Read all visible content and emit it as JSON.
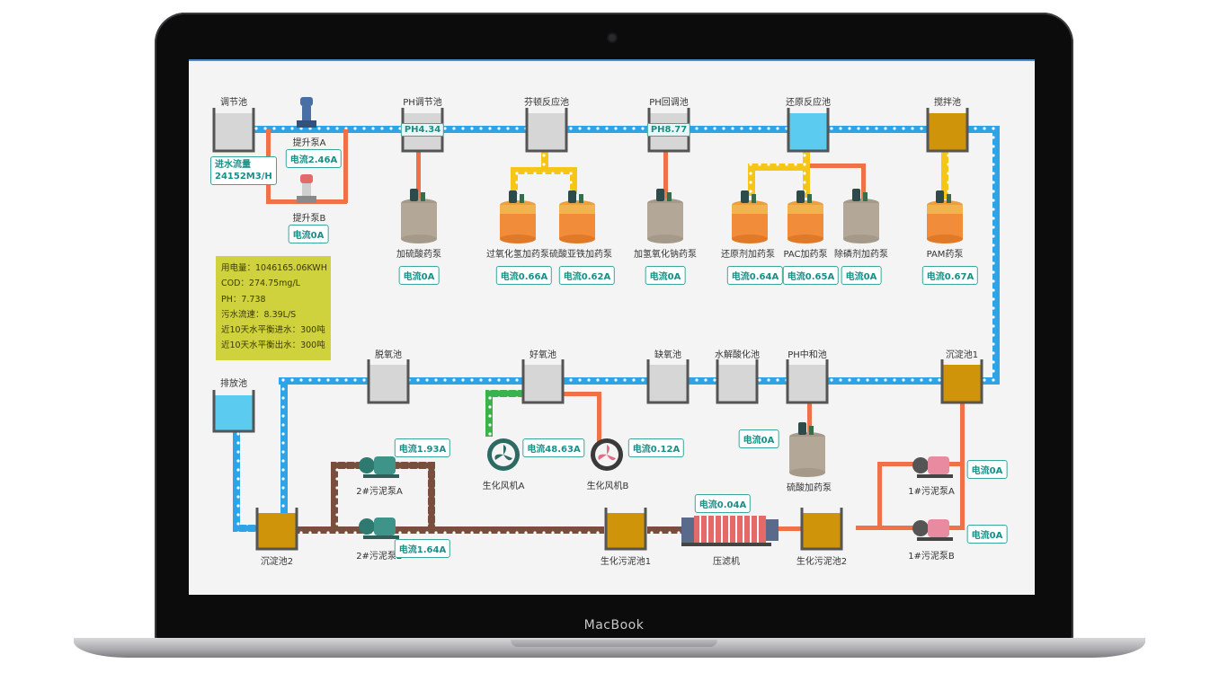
{
  "device": {
    "brand_label": "MacBook"
  },
  "tanks": {
    "adjust": "调节池",
    "ph_adjust": "PH调节池",
    "fenton": "芬顿反应池",
    "ph_back": "PH回调池",
    "reduction": "还原反应池",
    "stir": "搅拌池",
    "denitrify": "脱氧池",
    "aerobic": "好氧池",
    "anoxic": "缺氧池",
    "hydrolysis": "水解酸化池",
    "ph_neutral": "PH中和池",
    "settle1": "沉淀池1",
    "discharge": "排放池",
    "settle2": "沉淀池2",
    "bio_sludge1": "生化污泥池1",
    "bio_sludge2": "生化污泥池2"
  },
  "readouts": {
    "ph_adjust": "PH4.34",
    "ph_back": "PH8.77"
  },
  "inflow": {
    "line1": "进水流量",
    "line2": "24152M3/H"
  },
  "pumps": {
    "lift_a": "提升泵A",
    "lift_b": "提升泵B",
    "sludge2_a": "2#污泥泵A",
    "sludge2_b": "2#污泥泵B",
    "sludge1_a": "1#污泥泵A",
    "sludge1_b": "1#污泥泵B"
  },
  "dosing": {
    "sulfuric1": "加硫酸药泵",
    "h2o2": "过氧化氢加药泵",
    "ferrous": "硫酸亚铁加药泵",
    "naoh": "加氢氧化钠药泵",
    "reducer": "还原剂加药泵",
    "pac": "PAC加药泵",
    "dephos": "除磷剂加药泵",
    "pam": "PAM药泵",
    "sulfuric2": "硫酸加药泵"
  },
  "blowers": {
    "a": "生化风机A",
    "b": "生化风机B"
  },
  "press": {
    "label": "压滤机"
  },
  "currents": {
    "lift_a": "电流2.46A",
    "lift_b": "电流0A",
    "sulfuric1": "电流0A",
    "h2o2": "电流0.66A",
    "ferrous": "电流0.62A",
    "naoh": "电流0A",
    "reducer": "电流0.64A",
    "pac": "电流0.65A",
    "dephos": "电流0A",
    "pam": "电流0.67A",
    "sludge2_a": "电流1.93A",
    "sludge2_b": "电流1.64A",
    "blower_a": "电流48.63A",
    "blower_b": "电流0.12A",
    "sulfuric2": "电流0A",
    "press": "电流0.04A",
    "sludge1_a": "电流0A",
    "sludge1_b": "电流0A"
  },
  "info_panel": {
    "power": "用电量：1046165.06KWH",
    "cod": "COD：274.75mg/L",
    "ph": "PH：7.738",
    "flow_rate": "污水流速：8.39L/S",
    "in_10d": "近10天水平衡进水：300吨",
    "out_10d": "近10天水平衡出水：300吨"
  },
  "colors": {
    "water_line": "#2ea3e6",
    "sludge_line": "#f07048",
    "dose_line": "#f5c518",
    "mud_line": "#7a4e3c",
    "air_line": "#3cb34a",
    "info_bg": "#cfd23c",
    "accent": "#1a8f87"
  }
}
